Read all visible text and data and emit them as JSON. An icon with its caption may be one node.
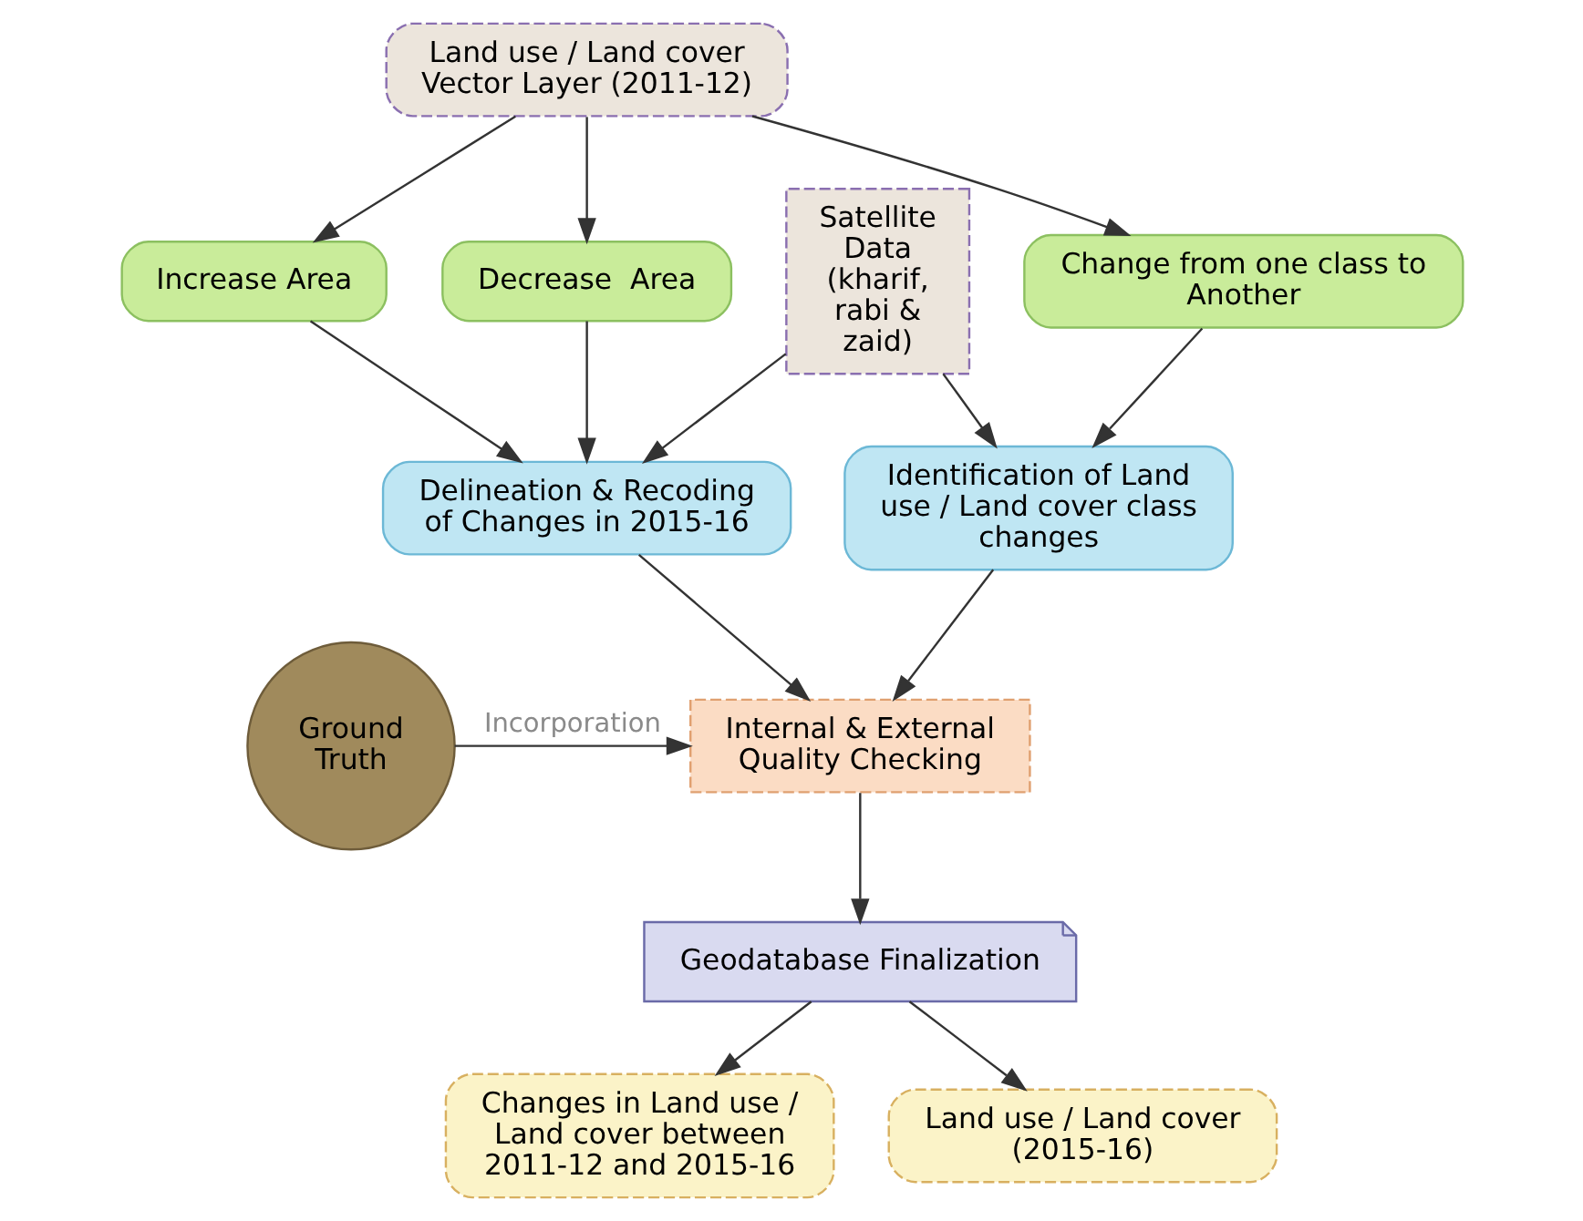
{
  "diagram": {
    "nodes": [
      {
        "text": [
          "Land use / Land cover Vector Layer (2011-12)"
        ]
      },
      {
        "text": [
          "Increase Area"
        ]
      },
      {
        "text": [
          "Decrease  Area"
        ]
      },
      {
        "text": [
          "Satellite Data (kharif, rabi & zaid)"
        ]
      },
      {
        "text": [
          "Change from one class to Another"
        ]
      },
      {
        "text": [
          "Delineation & Recoding of Changes in 2015-16"
        ]
      },
      {
        "text": [
          "Identification of Land use / Land cover class changes"
        ]
      },
      {
        "text": [
          "Ground Truth"
        ]
      },
      {
        "text": [
          "Internal & External Quality Checking"
        ]
      },
      {
        "text": [
          "Geodatabase Finalization"
        ]
      },
      {
        "text": [
          "Changes in Land use / Land cover between 2011-12 and 2015-16"
        ]
      },
      {
        "text": [
          "Land use / Land cover (2015-16)"
        ]
      }
    ],
    "edges": [
      {
        "from": 0,
        "to": 1,
        "arrow": "to"
      },
      {
        "from": 0,
        "to": 2,
        "arrow": "to"
      },
      {
        "from": 0,
        "to": 4,
        "arrow": "to"
      },
      {
        "from": 1,
        "to": 5,
        "arrow": "to"
      },
      {
        "from": 2,
        "to": 5,
        "arrow": "to"
      },
      {
        "from": 3,
        "to": 5,
        "arrow": "to"
      },
      {
        "from": 3,
        "to": 6,
        "arrow": "to"
      },
      {
        "from": 4,
        "to": 6,
        "arrow": "to"
      },
      {
        "from": 5,
        "to": 8,
        "arrow": "to"
      },
      {
        "from": 6,
        "to": 8,
        "arrow": "to"
      },
      {
        "from": 7,
        "to": 8,
        "arrow": "to",
        "label": "Incorporation"
      },
      {
        "from": 8,
        "to": 9,
        "arrow": "to"
      },
      {
        "from": 9,
        "to": 10,
        "arrow": "to"
      },
      {
        "from": 9,
        "to": 11,
        "arrow": "to"
      }
    ]
  }
}
